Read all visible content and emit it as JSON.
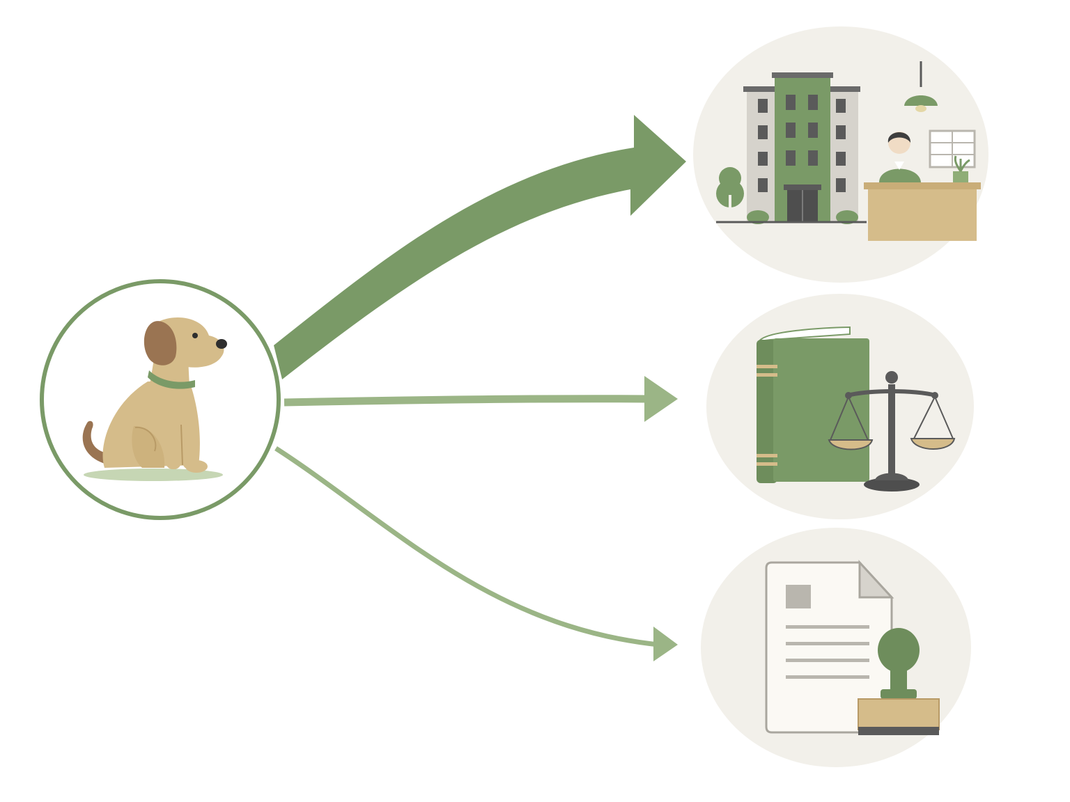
{
  "diagram": {
    "source": {
      "icon": "dog-icon"
    },
    "targets": [
      {
        "icon": "office-building-reception-icon",
        "emphasis": "primary"
      },
      {
        "icon": "law-book-scales-icon",
        "emphasis": "secondary"
      },
      {
        "icon": "stamped-document-icon",
        "emphasis": "secondary"
      }
    ],
    "arrows": [
      {
        "from": "source",
        "to": "target-1",
        "weight": "thick"
      },
      {
        "from": "source",
        "to": "target-2",
        "weight": "thin"
      },
      {
        "from": "source",
        "to": "target-3",
        "weight": "thin"
      }
    ]
  },
  "colors": {
    "dark_green": "#7a9a67",
    "light_green": "#9bb586",
    "beige_circle": "#f2f0ea",
    "tan": "#d5bc8a",
    "gray": "#5a5a5a"
  }
}
